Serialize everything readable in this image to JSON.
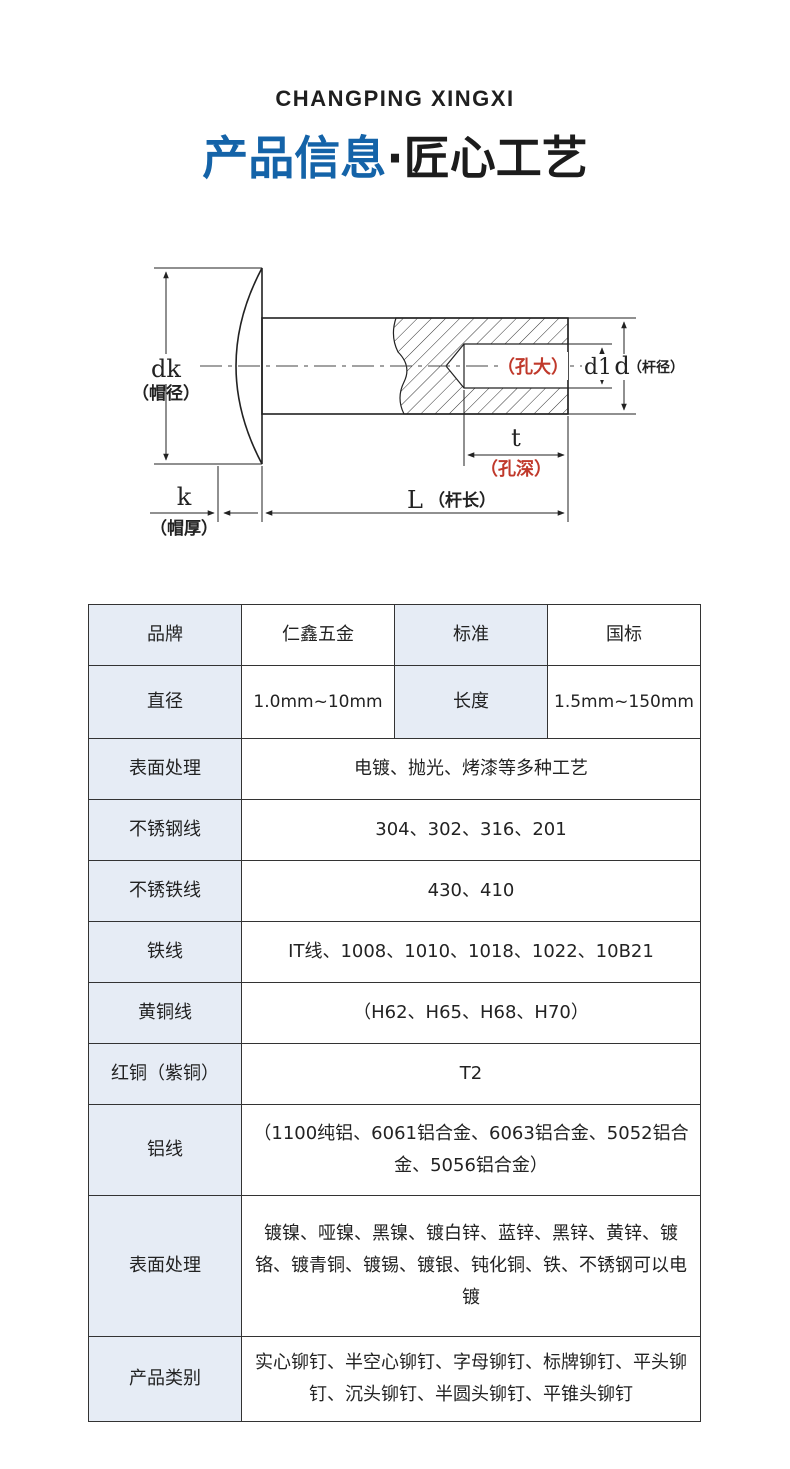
{
  "header": {
    "subtitle": "CHANGPING XINGXI",
    "title_blue": "产品信息",
    "title_dot": "·",
    "title_dark": "匠心工艺"
  },
  "diagram": {
    "dk_label": "dk",
    "dk_caption": "（帽径）",
    "k_label": "k",
    "k_caption": "（帽厚）",
    "L_label": "L",
    "L_caption": "（杆长）",
    "hole_caption": "（孔大）",
    "d1_label": "d1",
    "d_label": "d",
    "d_caption": "（杆径）",
    "t_label": "t",
    "t_caption": "（孔深）",
    "hole_color": "#c0392b"
  },
  "table": {
    "row1": {
      "label": "品牌",
      "value": "仁鑫五金",
      "label2": "标准",
      "value2": "国标"
    },
    "row2": {
      "label": "直径",
      "value": "1.0mm~10mm",
      "label2": "长度",
      "value2": "1.5mm~150mm"
    },
    "rows": [
      {
        "label": "表面处理",
        "value": "电镀、抛光、烤漆等多种工艺"
      },
      {
        "label": "不锈钢线",
        "value": "304、302、316、201"
      },
      {
        "label": "不锈铁线",
        "value": "430、410"
      },
      {
        "label": "铁线",
        "value": "IT线、1008、1010、1018、1022、10B21"
      },
      {
        "label": "黄铜线",
        "value": "（H62、H65、H68、H70）"
      },
      {
        "label": "红铜（紫铜）",
        "value": "T2"
      },
      {
        "label": "铝线",
        "value": "（1100纯铝、6061铝合金、6063铝合金、5052铝合金、5056铝合金）"
      },
      {
        "label": "表面处理",
        "value": "镀镍、哑镍、黑镍、镀白锌、蓝锌、黑锌、黄锌、镀铬、镀青铜、镀锡、镀银、钝化铜、铁、不锈钢可以电镀"
      },
      {
        "label": "产品类别",
        "value": "实心铆钉、半空心铆钉、字母铆钉、标牌铆钉、平头铆钉、沉头铆钉、半圆头铆钉、平锥头铆钉"
      }
    ]
  }
}
